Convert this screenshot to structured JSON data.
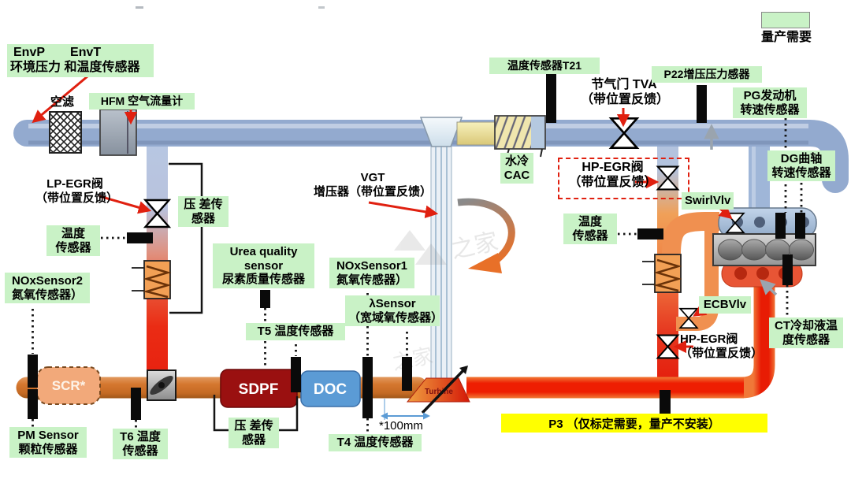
{
  "labels": {
    "envp": "EnvP",
    "envt": "EnvT",
    "env_desc": "环境压力 和温度传感器",
    "air_filter": "空滤",
    "hfm": "HFM 空气流量计",
    "lp_egr_l1": "LP-EGR阀",
    "lp_egr_l2": "（带位置反馈）",
    "temp_left_l1": "温度",
    "temp_left_l2": "传感器",
    "pdiff_left_l1": "压 差传",
    "pdiff_left_l2": "感器",
    "nox2_l1": "NOxSensor2",
    "nox2_l2": "氮氧传感器）",
    "pm_l1": "PM Sensor",
    "pm_l2": "颗粒传感器",
    "t6_l1": "T6 温度",
    "t6_l2": "传感器",
    "urea_l1": "Urea quality",
    "urea_l2": "sensor",
    "urea_l3": "尿素质量传感器",
    "t5": "T5 温度传感器",
    "pdiff_bottom_l1": "压 差传",
    "pdiff_bottom_l2": "感器",
    "nox1_l1": "NOxSensor1",
    "nox1_l2": "氮氧传感器）",
    "lambda_l1": "λSensor",
    "lambda_l2": "（宽域氧传感器）",
    "t4": "T4 温度传感器",
    "vgt_l1": "VGT",
    "vgt_l2": "增压器（带位置反馈）",
    "dim_100mm": "*100mm",
    "t21": "温度传感器T21",
    "cac_l1": "水冷",
    "cac_l2": "CAC",
    "tva_l1": "节气门 TVA",
    "tva_l2": "（带位置反馈）",
    "p22": "P22增压压力感器",
    "pg_l1": "PG发动机",
    "pg_l2": "转速传感器",
    "dg_l1": "DG曲轴",
    "dg_l2": "转速传感器",
    "hp_egr1_l1": "HP-EGR阀",
    "hp_egr1_l2": "（带位置反馈）",
    "hp_egr2_l1": "HP-EGR阀",
    "hp_egr2_l2": "（带位置反馈）",
    "swirl": "SwirlVlv",
    "temp_right_l1": "温度",
    "temp_right_l2": "传感器",
    "ecbv": "ECBVlv",
    "ct_l1": "CT冷却液温",
    "ct_l2": "度传感器",
    "p3": "P3 （仅标定需要，量产不安装）",
    "legend": "量产需要"
  },
  "components": {
    "scr": "SCR*",
    "sdpf": "SDPF",
    "doc": "DOC",
    "turbine": "Turbine"
  },
  "watermark": "之家",
  "colors": {
    "label_green": "#c9f2c6",
    "banner_yellow": "#ffff00",
    "pipe_blue": "#93aacf",
    "pipe_orange": "#d5772f",
    "pipe_red": "#ee1e02",
    "scr_fill": "#f2a97a",
    "sdpf_fill": "#9a1010",
    "doc_fill": "#5b9bd5",
    "pointer_red": "#e02010"
  }
}
